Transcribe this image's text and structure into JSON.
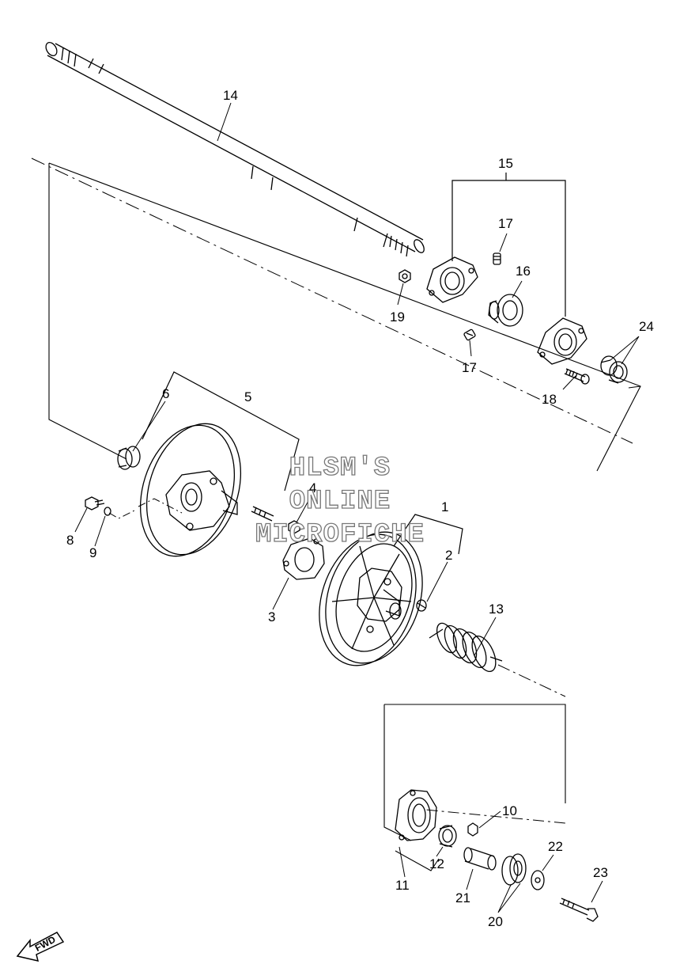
{
  "diagram": {
    "watermark": [
      "HLSM'S",
      "ONLINE",
      "MICROFICHE"
    ],
    "fwd_label": "FWD",
    "callouts": [
      {
        "id": "label-1",
        "text": "1"
      },
      {
        "id": "label-2",
        "text": "2"
      },
      {
        "id": "label-3",
        "text": "3"
      },
      {
        "id": "label-4",
        "text": "4"
      },
      {
        "id": "label-5",
        "text": "5"
      },
      {
        "id": "label-6",
        "text": "6"
      },
      {
        "id": "label-8",
        "text": "8"
      },
      {
        "id": "label-9",
        "text": "9"
      },
      {
        "id": "label-10",
        "text": "10"
      },
      {
        "id": "label-11",
        "text": "11"
      },
      {
        "id": "label-12",
        "text": "12"
      },
      {
        "id": "label-13",
        "text": "13"
      },
      {
        "id": "label-14",
        "text": "14"
      },
      {
        "id": "label-15",
        "text": "15"
      },
      {
        "id": "label-16",
        "text": "16"
      },
      {
        "id": "label-17a",
        "text": "17"
      },
      {
        "id": "label-17b",
        "text": "17"
      },
      {
        "id": "label-18",
        "text": "18"
      },
      {
        "id": "label-19",
        "text": "19"
      },
      {
        "id": "label-20",
        "text": "20"
      },
      {
        "id": "label-21",
        "text": "21"
      },
      {
        "id": "label-22",
        "text": "22"
      },
      {
        "id": "label-23",
        "text": "23"
      },
      {
        "id": "label-24",
        "text": "24"
      }
    ]
  }
}
